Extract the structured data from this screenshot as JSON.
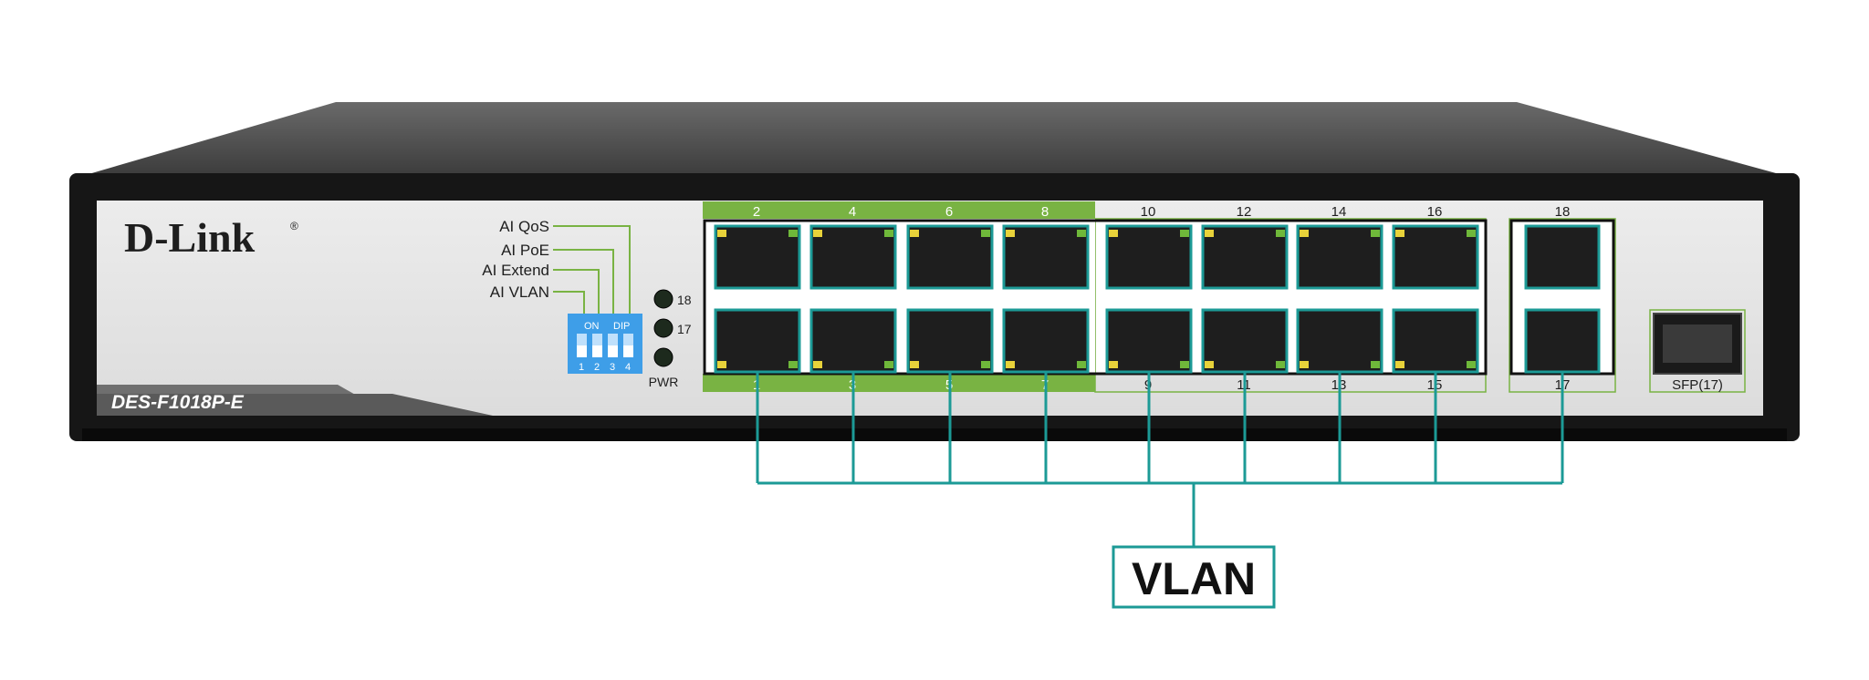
{
  "brand": "D-Link",
  "brand_mark": "®",
  "model": "DES-F1018P-E",
  "dip_labels": [
    "AI QoS",
    "AI PoE",
    "AI Extend",
    "AI VLAN"
  ],
  "dip": {
    "on": "ON",
    "dip": "DIP",
    "numbers": [
      "1",
      "2",
      "3",
      "4"
    ]
  },
  "leds": [
    "18",
    "17",
    "PWR"
  ],
  "ports_top": [
    "2",
    "4",
    "6",
    "8",
    "10",
    "12",
    "14",
    "16"
  ],
  "ports_bottom": [
    "1",
    "3",
    "5",
    "7",
    "9",
    "11",
    "13",
    "15"
  ],
  "uplink_top": "18",
  "uplink_bottom": "17",
  "sfp_label": "SFP(17)",
  "vlan_label": "VLAN",
  "colors": {
    "accent": "#1c9a96",
    "poe_green": "#79b343",
    "dip_blue": "#3e9ee8",
    "chassis": "#161616",
    "panel": "#e3e3e3"
  }
}
